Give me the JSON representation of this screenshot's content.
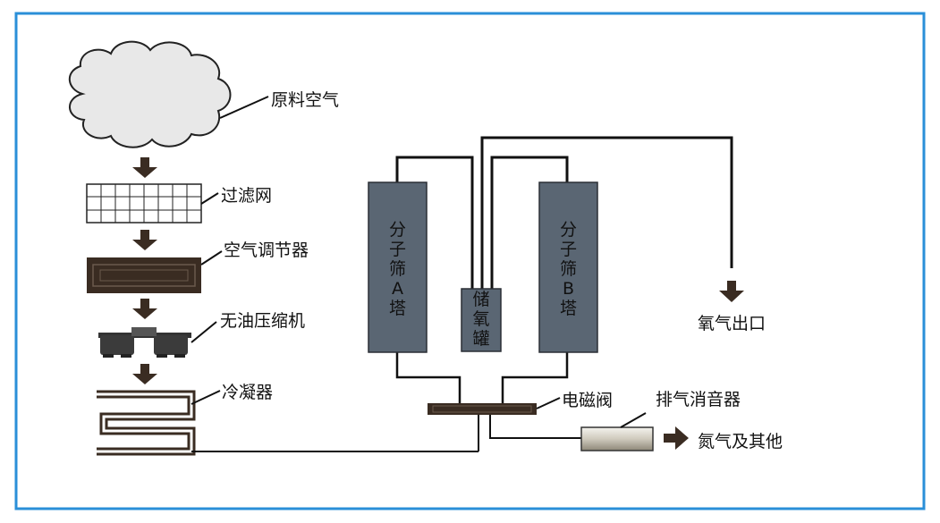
{
  "colors": {
    "frame": "#2a8fd8",
    "line": "#111111",
    "tower": "#5a6673",
    "dark": "#3a2c22",
    "cloud": "#e8e8e8"
  },
  "labels": {
    "raw_air": "原料空气",
    "filter": "过滤网",
    "air_regulator": "空气调节器",
    "compressor": "无油压缩机",
    "condenser": "冷凝器",
    "solenoid_valve": "电磁阀",
    "muffler": "排气消音器",
    "oxygen_outlet": "氧气出口",
    "nitrogen_other": "氮气及其他"
  },
  "tower_a": [
    "分",
    "子",
    "筛",
    "A",
    "塔"
  ],
  "tower_b": [
    "分",
    "子",
    "筛",
    "B",
    "塔"
  ],
  "storage_tank": [
    "储",
    "氧",
    "罐"
  ]
}
